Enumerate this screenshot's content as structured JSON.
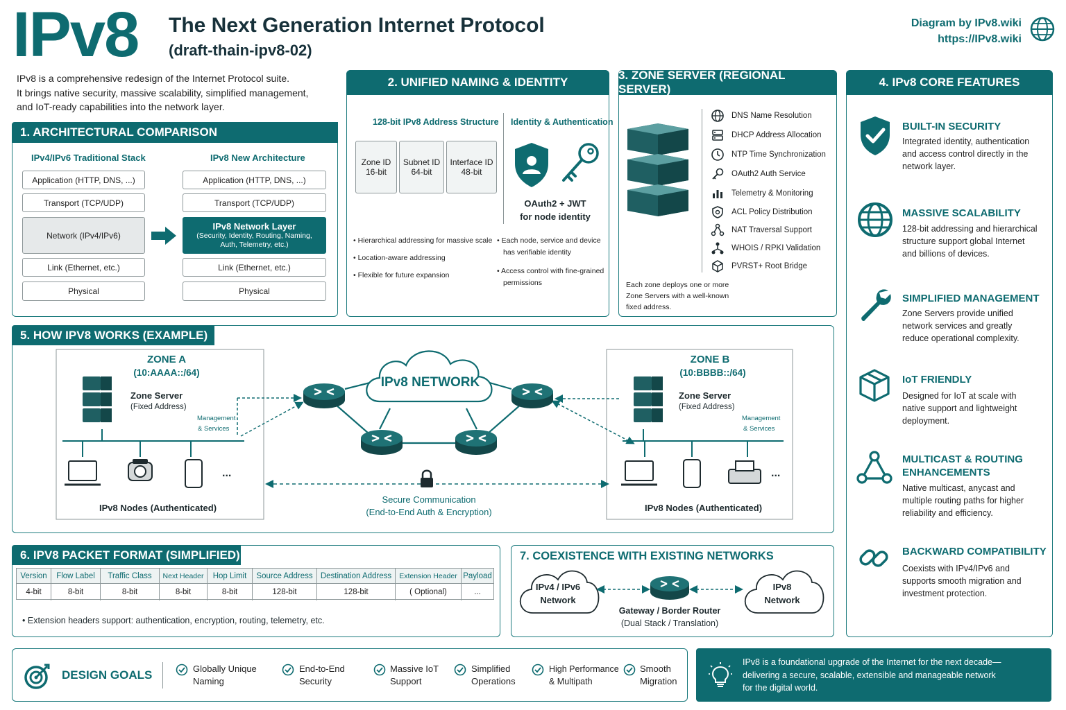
{
  "header": {
    "logo": "IPv8",
    "title": "The Next Generation Internet Protocol",
    "subtitle": "(draft-thain-ipv8-02)",
    "credit": "Diagram by IPv8.wiki",
    "url": "https://IPv8.wiki",
    "intro": [
      "IPv8 is a comprehensive redesign of the Internet Protocol suite.",
      "It brings native security, massive scalability, simplified management,",
      "and IoT-ready capabilities into the network layer."
    ]
  },
  "s1": {
    "title": "1. ARCHITECTURAL COMPARISON",
    "left_title": "IPv4/IPv6 Traditional Stack",
    "right_title": "IPv8 New Architecture",
    "left": [
      "Application (HTTP, DNS, ...)",
      "Transport (TCP/UDP)",
      "Network (IPv4/IPv6)",
      "Link (Ethernet, etc.)",
      "Physical"
    ],
    "right": [
      "Application (HTTP, DNS, ...)",
      "Transport (TCP/UDP)",
      "Link (Ethernet, etc.)",
      "Physical"
    ],
    "ipv8_layer": "IPv8 Network Layer",
    "ipv8_layer_sub": "(Security, Identity, Routing, Naming, Auth, Telemetry, etc.)"
  },
  "s2": {
    "title": "2. UNIFIED NAMING & IDENTITY",
    "addr_title": "128-bit IPv8 Address Structure",
    "fields": [
      {
        "name": "Zone ID",
        "bits": "16-bit"
      },
      {
        "name": "Subnet ID",
        "bits": "64-bit"
      },
      {
        "name": "Interface ID",
        "bits": "48-bit"
      }
    ],
    "id_title": "Identity & Authentication",
    "id_caption_1": "OAuth2 + JWT",
    "id_caption_2": "for node identity",
    "bullets_left": [
      "Hierarchical addressing for massive scale",
      "Location-aware addressing",
      "Flexible for future expansion"
    ],
    "bullets_right_1a": "Each node, service and device",
    "bullets_right_1b": "has verifiable identity",
    "bullets_right_2a": "Access control with fine-grained",
    "bullets_right_2b": "permissions"
  },
  "s3": {
    "title": "3. ZONE SERVER (REGIONAL SERVER)",
    "services": [
      "DNS Name Resolution",
      "DHCP Address Allocation",
      "NTP Time Synchronization",
      "OAuth2 Auth Service",
      "Telemetry & Monitoring",
      "ACL Policy Distribution",
      "NAT Traversal Support",
      "WHOIS / RPKI Validation",
      "PVRST+ Root Bridge"
    ],
    "note": [
      "Each zone deploys one or more",
      "Zone Servers with a well-known",
      "fixed address."
    ]
  },
  "s4": {
    "title": "4. IPv8 CORE FEATURES",
    "features": [
      {
        "title": "BUILT-IN SECURITY",
        "desc": [
          "Integrated identity, authentication",
          "and access control directly in the",
          "network layer."
        ],
        "icon": "shield-check-icon"
      },
      {
        "title": "MASSIVE SCALABILITY",
        "desc": [
          "128-bit addressing and hierarchical",
          "structure support global Internet",
          "and billions of devices."
        ],
        "icon": "globe-icon"
      },
      {
        "title": "SIMPLIFIED MANAGEMENT",
        "desc": [
          "Zone Servers provide unified",
          "network services and greatly",
          "reduce operational complexity."
        ],
        "icon": "wrench-icon"
      },
      {
        "title": "IoT FRIENDLY",
        "desc": [
          "Designed for IoT at scale with",
          "native support and lightweight",
          "deployment."
        ],
        "icon": "box-icon"
      },
      {
        "title": "MULTICAST & ROUTING",
        "title2": "ENHANCEMENTS",
        "desc": [
          "Native multicast, anycast and",
          "multiple routing paths for higher",
          "reliability and efficiency."
        ],
        "icon": "network-icon"
      },
      {
        "title": "BACKWARD COMPATIBILITY",
        "desc": [
          "Coexists with IPv4/IPv6 and",
          "supports smooth migration and",
          "investment protection."
        ],
        "icon": "link-icon"
      }
    ]
  },
  "s5": {
    "title": "5. HOW IPV8 WORKS (EXAMPLE)",
    "zone_a": "ZONE A",
    "zone_a_addr": "(10:AAAA::/64)",
    "zone_b": "ZONE B",
    "zone_b_addr": "(10:BBBB::/64)",
    "zone_server": "Zone Server",
    "fixed": "(Fixed Address)",
    "mgmt1": "Management",
    "mgmt2": "& Services",
    "network": "IPv8 NETWORK",
    "nodes": "IPv8 Nodes (Authenticated)",
    "secure1": "Secure Communication",
    "secure2": "(End-to-End Auth & Encryption)",
    "ellipsis": "..."
  },
  "s6": {
    "title": "6. IPV8 PACKET FORMAT (SIMPLIFIED)",
    "fields": [
      {
        "name": "Version",
        "bits": "4-bit"
      },
      {
        "name": "Flow Label",
        "bits": "8-bit"
      },
      {
        "name": "Traffic Class",
        "bits": "8-bit"
      },
      {
        "name": "Next Header",
        "bits": "8-bit"
      },
      {
        "name": "Hop Limit",
        "bits": "8-bit"
      },
      {
        "name": "Source Address",
        "bits": "128-bit"
      },
      {
        "name": "Destination Address",
        "bits": "128-bit"
      },
      {
        "name": "Extension Header",
        "bits": "( Optional)"
      },
      {
        "name": "Payload",
        "bits": "..."
      }
    ],
    "note": "Extension headers support: authentication, encryption, routing, telemetry, etc."
  },
  "s7": {
    "title": "7. COEXISTENCE WITH EXISTING NETWORKS",
    "left1": "IPv4 / IPv6",
    "left2": "Network",
    "right1": "IPv8",
    "right2": "Network",
    "gw1": "Gateway / Border Router",
    "gw2": "(Dual Stack / Translation)"
  },
  "goals": {
    "title": "DESIGN GOALS",
    "items": [
      {
        "l1": "Globally Unique",
        "l2": "Naming"
      },
      {
        "l1": "End-to-End",
        "l2": "Security"
      },
      {
        "l1": "Massive IoT",
        "l2": "Support"
      },
      {
        "l1": "Simplified",
        "l2": "Operations"
      },
      {
        "l1": "High Performance",
        "l2": "& Multipath"
      },
      {
        "l1": "Smooth",
        "l2": "Migration"
      }
    ],
    "summary": [
      "IPv8 is a foundational upgrade of the Internet for the next decade—",
      "delivering a secure, scalable, extensible and manageable network",
      "for the digital world."
    ]
  },
  "colors": {
    "primary": "#0e6b70",
    "border": "#1b7a7d",
    "server": "#1f5f62"
  }
}
